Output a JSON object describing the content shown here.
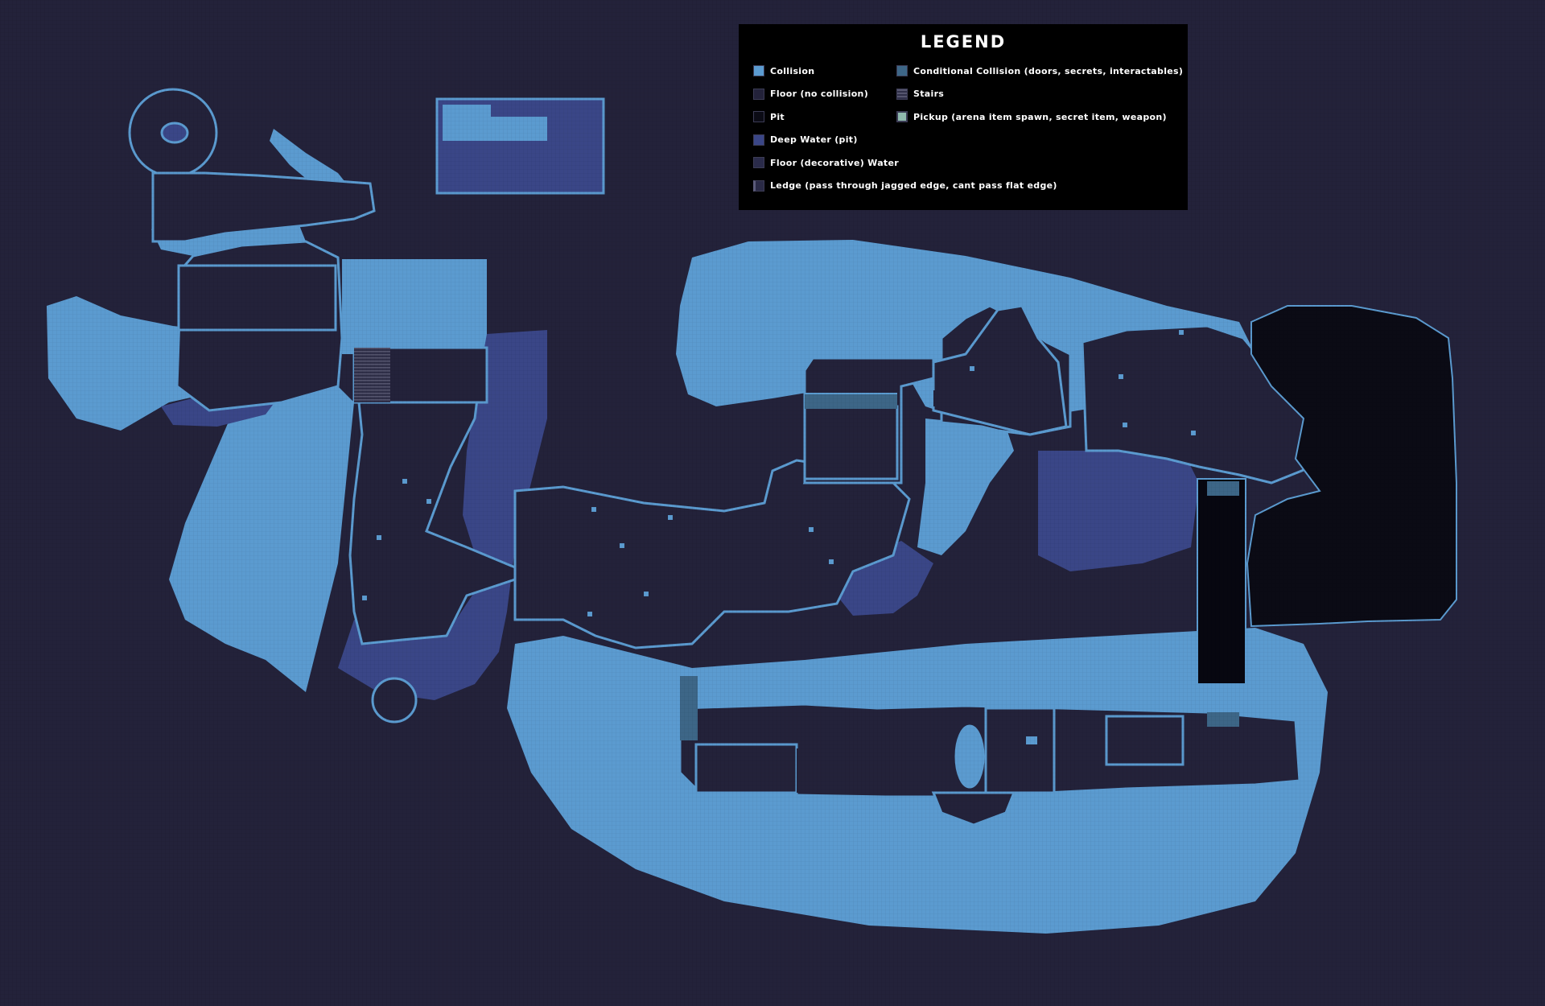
{
  "legend": {
    "title": "LEGEND",
    "items": [
      {
        "label": "Collision",
        "color": "#5b9bd0"
      },
      {
        "label": "Floor (no collision)",
        "color": "#23223a"
      },
      {
        "label": "Pit",
        "color": "#0b0b15"
      },
      {
        "label": "Deep Water (pit)",
        "color": "#3a4687"
      },
      {
        "label": "Floor (decorative) Water",
        "color": "#2a2b4a"
      },
      {
        "label": "Ledge (pass through jagged edge, cant pass flat edge)",
        "color": "#2a2a46"
      },
      {
        "label": "Conditional Collision (doors, secrets, interactables)",
        "color": "#3d6687"
      },
      {
        "label": "Stairs",
        "color": "#3a3a52"
      },
      {
        "label": "Pickup (arena item spawn, secret item, weapon)",
        "color": "#8fb9ad"
      }
    ]
  },
  "colors": {
    "background": "#23223a",
    "collision": "#5b9bd0",
    "floor": "#23223a",
    "pit": "#0b0b15",
    "deep_water": "#3a4687",
    "conditional": "#3d6687",
    "outline": "#5b9bd0"
  }
}
